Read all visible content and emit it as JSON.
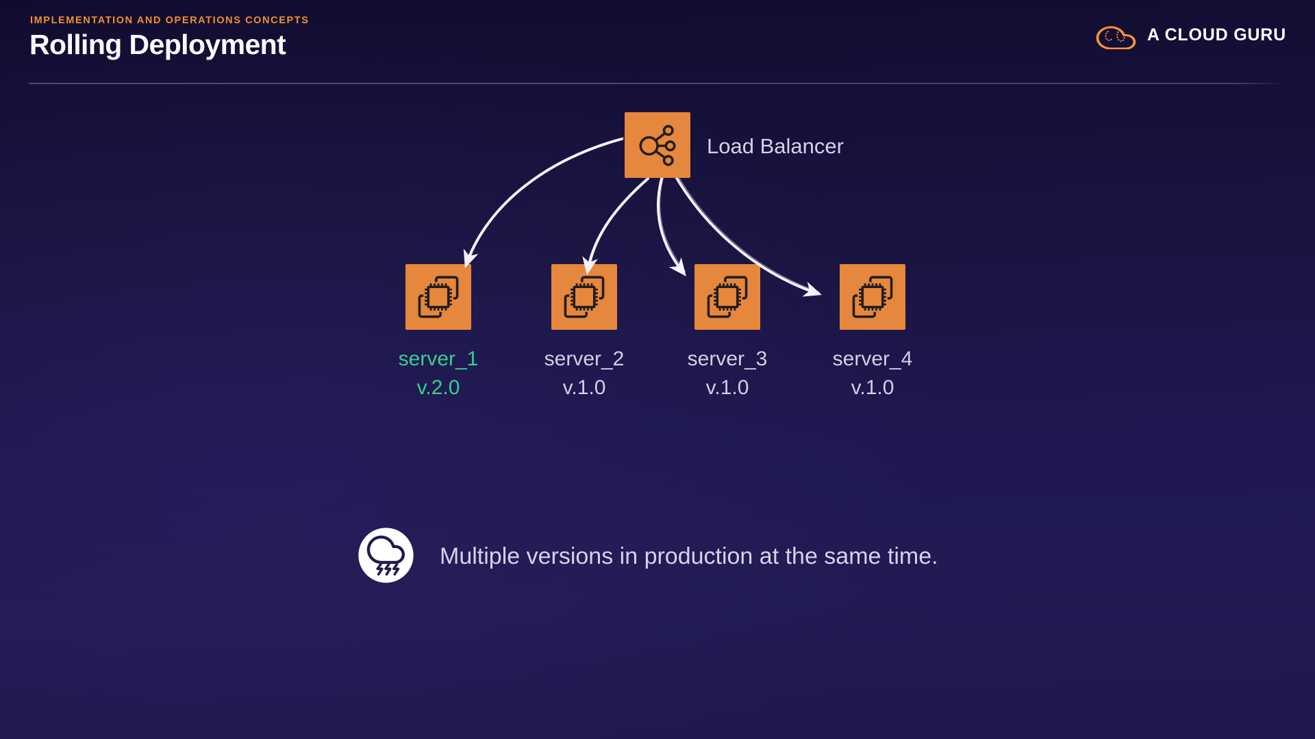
{
  "header": {
    "eyebrow": "IMPLEMENTATION AND OPERATIONS CONCEPTS",
    "title": "Rolling Deployment"
  },
  "brand": {
    "name": "A CLOUD GURU"
  },
  "diagram": {
    "load_balancer": {
      "label": "Load Balancer"
    },
    "servers": [
      {
        "name": "server_1",
        "version": "v.2.0"
      },
      {
        "name": "server_2",
        "version": "v.1.0"
      },
      {
        "name": "server_3",
        "version": "v.1.0"
      },
      {
        "name": "server_4",
        "version": "v.1.0"
      }
    ]
  },
  "note": {
    "text": "Multiple versions in production at the same time."
  },
  "colors": {
    "accent_orange": "#e5873d",
    "brand_orange": "#f0913a",
    "highlight_green": "#35d08d",
    "text_lavender": "#d3cee7",
    "arrow_white": "#f4f2fa",
    "background_top": "#110c2e",
    "background_bottom": "#221b53"
  }
}
